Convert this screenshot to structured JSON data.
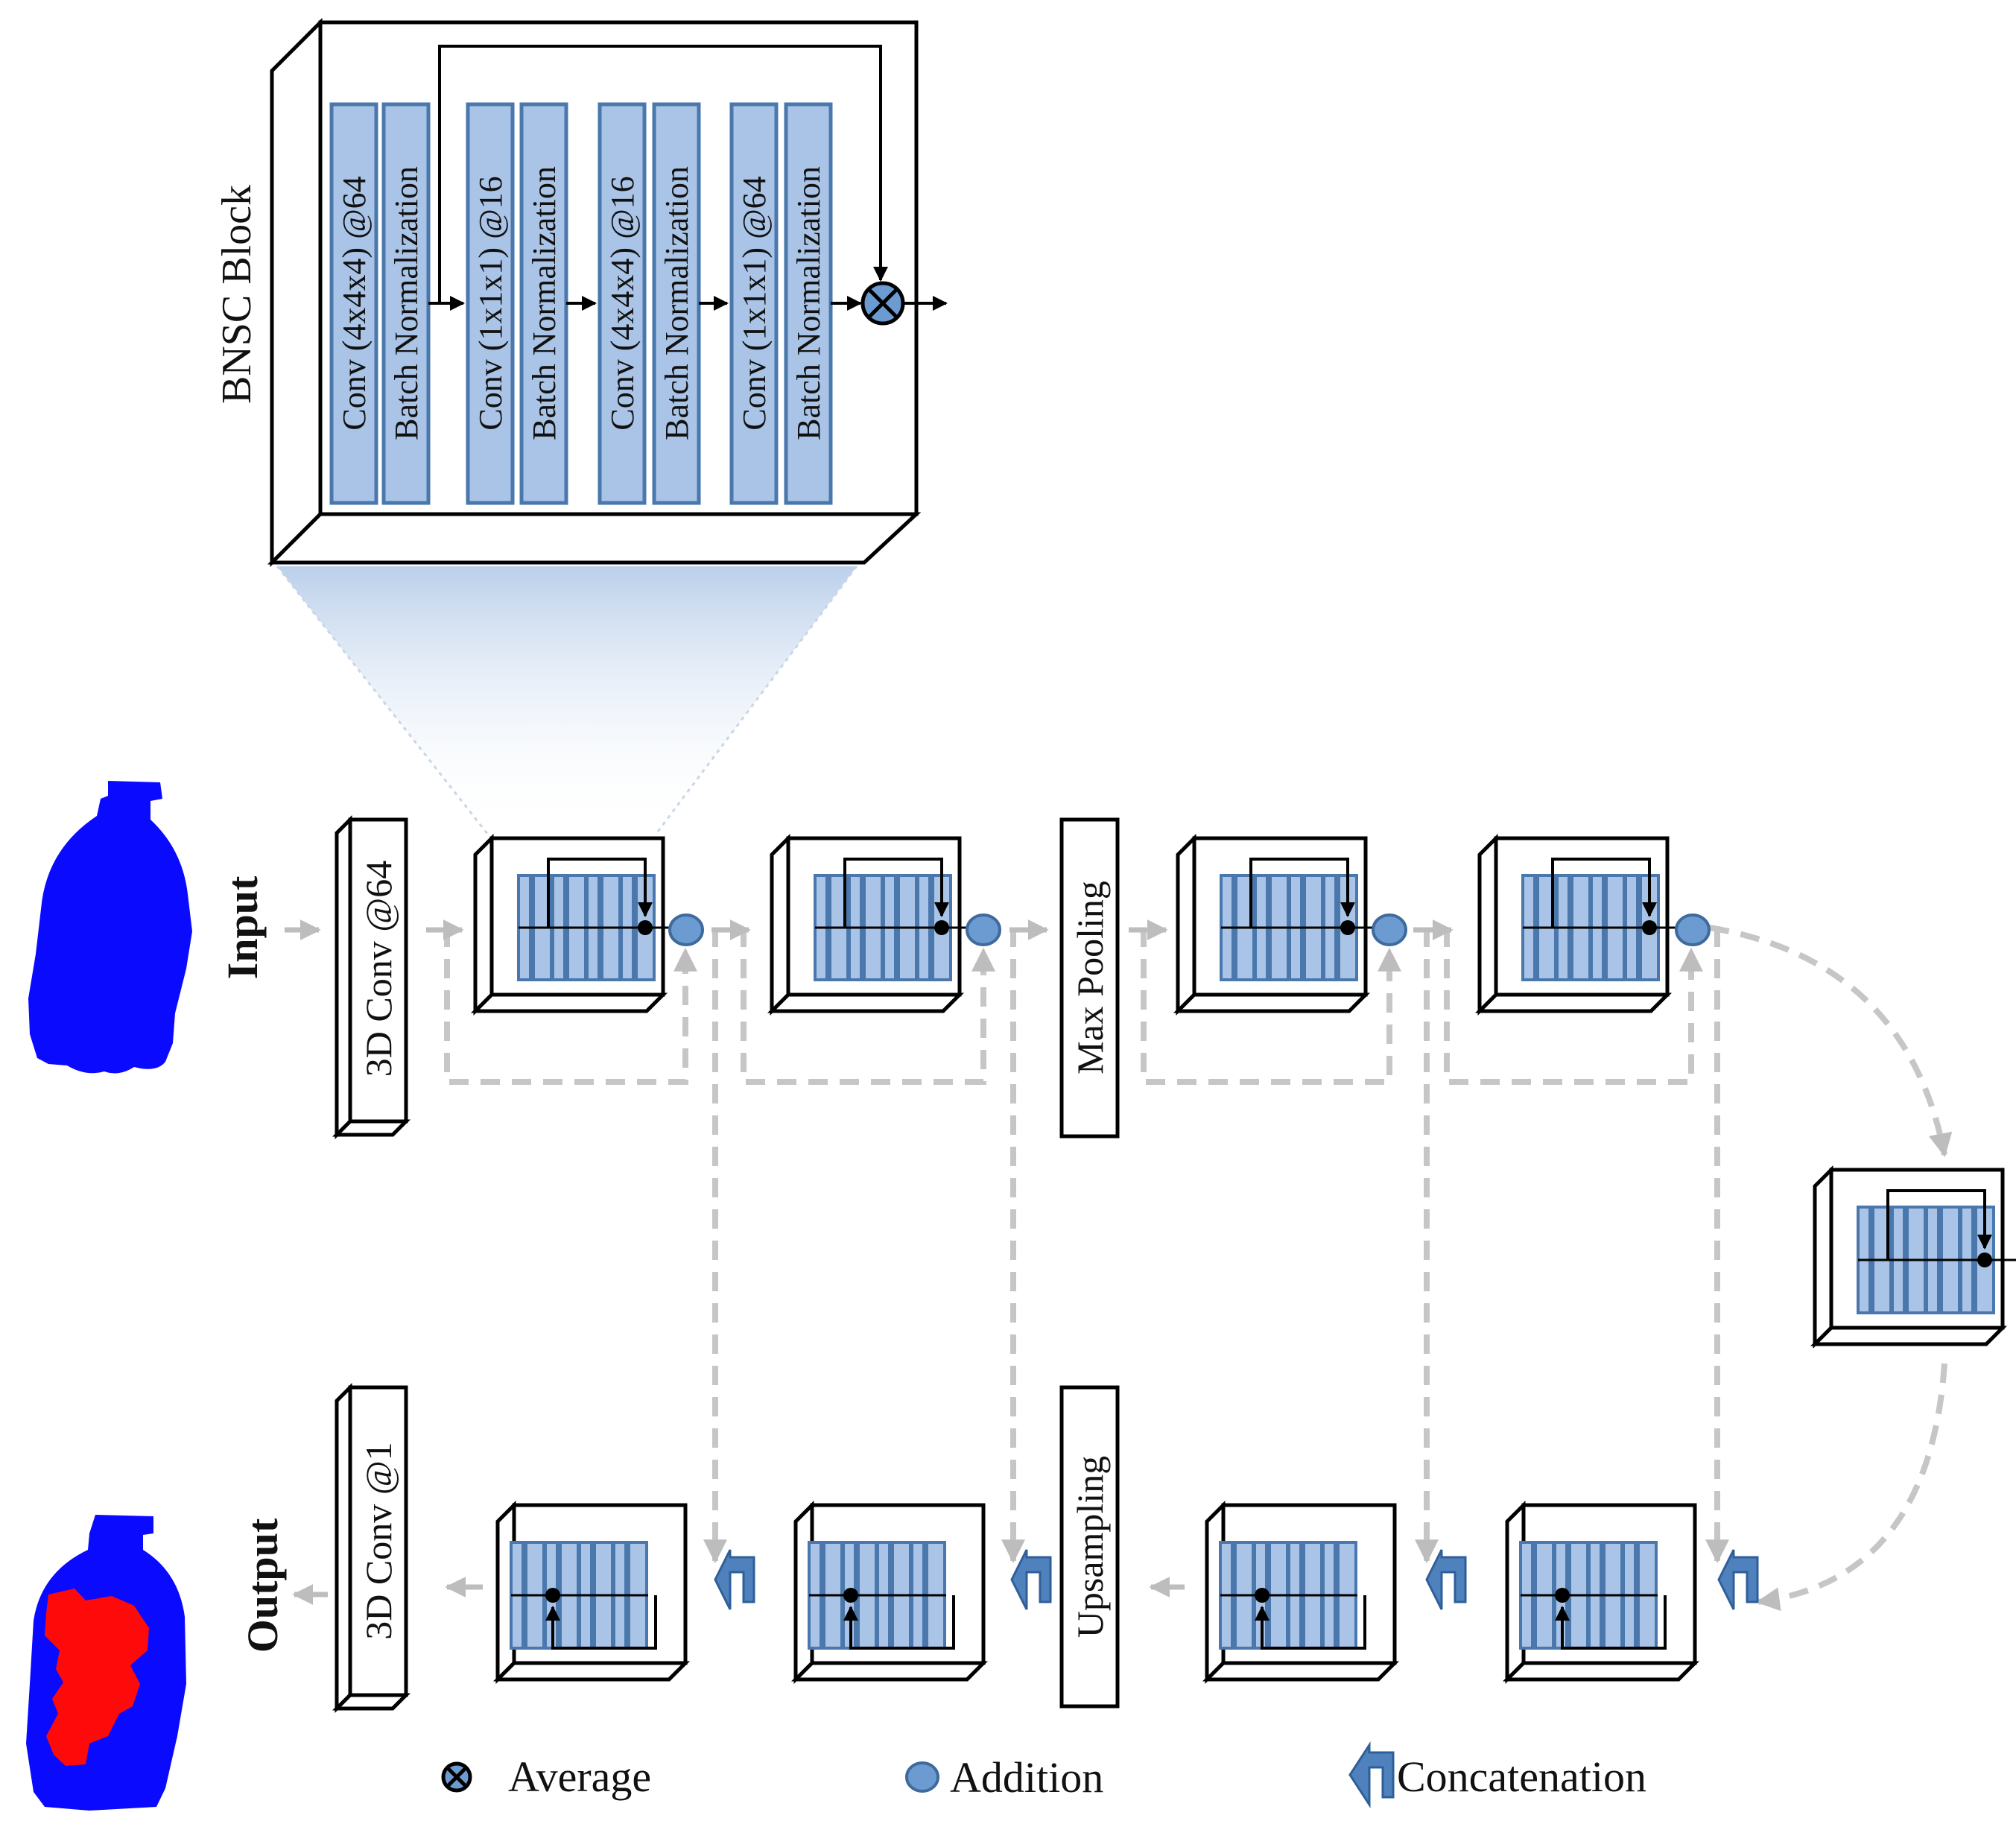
{
  "colors": {
    "bar_fill": "#a9c4e6",
    "bar_stroke": "#4a78ad",
    "node_fill": "#6b9bd1",
    "dashed_gray": "#c6c6c6",
    "concat_arrow": "#4f82bd",
    "input_blue": "#0a0aff",
    "defect_red": "#ff0a0a"
  },
  "bnsc_block": {
    "title": "BNSC Block",
    "layers": [
      {
        "conv": "Conv (4x4x4) @64",
        "bn": "Batch Normalization"
      },
      {
        "conv": "Conv (1x1x1) @16",
        "bn": "Batch Normalization"
      },
      {
        "conv": "Conv (4x4x4) @16",
        "bn": "Batch Normalization"
      },
      {
        "conv": "Conv (1x1x1) @64",
        "bn": "Batch Normalization"
      }
    ]
  },
  "encoder": {
    "input_label": "Input",
    "first_conv": "3D Conv @64",
    "pooling": "Max Pooling"
  },
  "decoder": {
    "output_label": "Output",
    "last_conv": "3D Conv @1",
    "upsampling": "Upsampling"
  },
  "legend": {
    "average": "Average",
    "addition": "Addition",
    "concatenation": "Concatenation"
  },
  "icons": {
    "average": "circle-x-icon",
    "addition": "blue-ellipse-icon",
    "concatenation": "left-arrow-icon"
  }
}
